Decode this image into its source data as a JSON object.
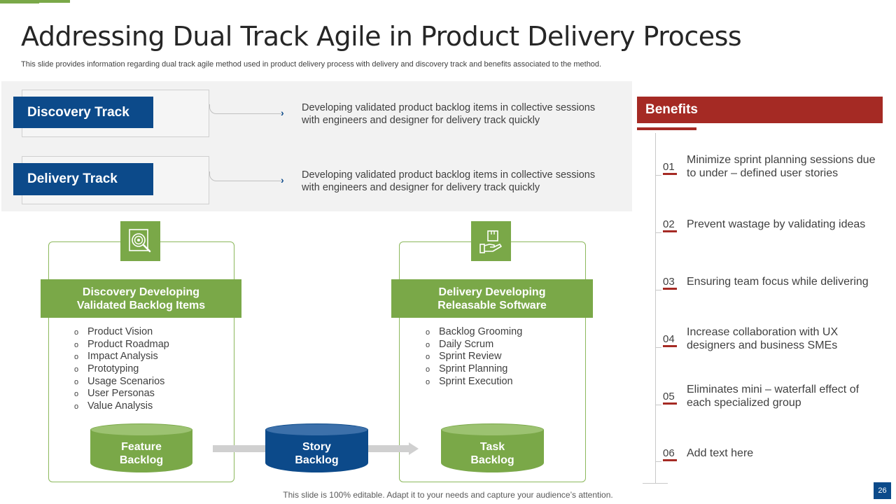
{
  "slide": {
    "title": "Addressing Dual Track Agile in Product Delivery Process",
    "subtitle": "This slide provides information regarding dual track agile method used in product delivery process with delivery and discovery track and benefits associated to the method.",
    "footer": "This slide is 100% editable. Adapt it to your needs and capture your audience’s attention.",
    "page_number": "26"
  },
  "tracks": [
    {
      "label": "Discovery Track",
      "description": "Developing validated product backlog items in collective sessions with engineers and designer for delivery track quickly"
    },
    {
      "label": "Delivery Track",
      "description": "Developing validated product backlog items in collective sessions with engineers and designer for delivery track quickly"
    }
  ],
  "stages": [
    {
      "icon": "magnifier-target-icon",
      "banner_line1": "Discovery Developing",
      "banner_line2": "Validated Backlog Items",
      "items": [
        "Product Vision",
        "Product Roadmap",
        "Impact Analysis",
        "Prototyping",
        "Usage Scenarios",
        "User Personas",
        "Value Analysis"
      ]
    },
    {
      "icon": "hand-box-icon",
      "banner_line1": "Delivery Developing",
      "banner_line2": "Releasable Software",
      "items": [
        "Backlog Grooming",
        "Daily Scrum",
        "Sprint Review",
        "Sprint Planning",
        "Sprint Execution"
      ]
    }
  ],
  "backlogs": [
    {
      "line1": "Feature",
      "line2": "Backlog"
    },
    {
      "line1": "Story",
      "line2": "Backlog"
    },
    {
      "line1": "Task",
      "line2": "Backlog"
    }
  ],
  "benefits": {
    "header": "Benefits",
    "items": [
      {
        "num": "01",
        "text": "Minimize sprint planning sessions due to under – defined user stories"
      },
      {
        "num": "02",
        "text": "Prevent wastage by validating ideas"
      },
      {
        "num": "03",
        "text": "Ensuring team focus while delivering"
      },
      {
        "num": "04",
        "text": "Increase collaboration with UX designers and business SMEs"
      },
      {
        "num": "05",
        "text": "Eliminates mini – waterfall effect of each specialized group"
      },
      {
        "num": "06",
        "text": "Add text here"
      }
    ]
  },
  "colors": {
    "track_blue": "#0c4a8a",
    "stage_green": "#7aa848",
    "benefit_red": "#a52a24"
  }
}
